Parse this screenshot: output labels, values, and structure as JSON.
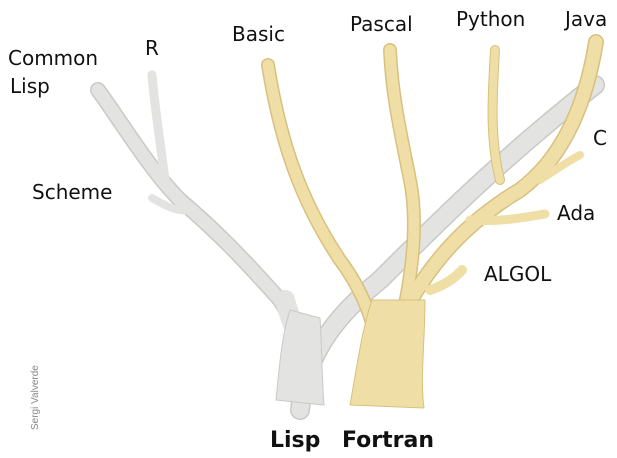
{
  "roots": {
    "lisp": "Lisp",
    "fortran": "Fortran"
  },
  "lisp_branches": {
    "common_lisp_line1": "Common",
    "common_lisp_line2": "Lisp",
    "r": "R",
    "scheme": "Scheme"
  },
  "fortran_branches": {
    "basic": "Basic",
    "pascal": "Pascal",
    "python": "Python",
    "java": "Java",
    "c": "C",
    "ada": "Ada",
    "algol": "ALGOL"
  },
  "credit": "Sergi Valverde",
  "colors": {
    "lisp_tree": "#e3e3e1",
    "lisp_tree_shadow": "#c9c9c6",
    "fortran_tree": "#efdfa6",
    "fortran_tree_shadow": "#d8c07e",
    "label_text": "#111111",
    "credit_text": "#888888"
  }
}
